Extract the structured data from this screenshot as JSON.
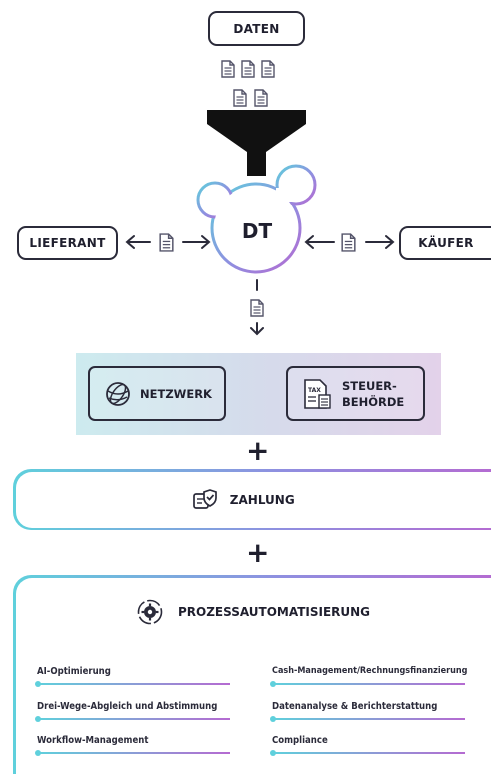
{
  "nodes": {
    "data": "DATEN",
    "center": "DT",
    "supplier": "LIEFERANT",
    "buyer": "KÄUFER"
  },
  "band": {
    "network": "NETZWERK",
    "tax_line1": "STEUER-",
    "tax_line2": "BEHÖRDE",
    "tax_icon_text": "TAX"
  },
  "plus_sign": "+",
  "payment": {
    "label": "ZAHLUNG"
  },
  "automation": {
    "title": "PROZESSAUTOMATISIERUNG",
    "features_left": [
      "AI-Optimierung",
      "Drei-Wege-Abgleich und Abstimmung",
      "Workflow-Management"
    ],
    "features_right": [
      "Cash-Management/Rechnungsfinanzierung",
      "Datenanalyse & Berichterstattung",
      "Compliance"
    ]
  },
  "colors": {
    "ink": "#2b2b3a",
    "teal": "#5fd0dc",
    "purple": "#b56ad1",
    "funnel": "#111111"
  },
  "icons": [
    "document-icon",
    "funnel-icon",
    "globe-icon",
    "tax-document-icon",
    "shield-check-icon",
    "gear-cycle-icon"
  ]
}
